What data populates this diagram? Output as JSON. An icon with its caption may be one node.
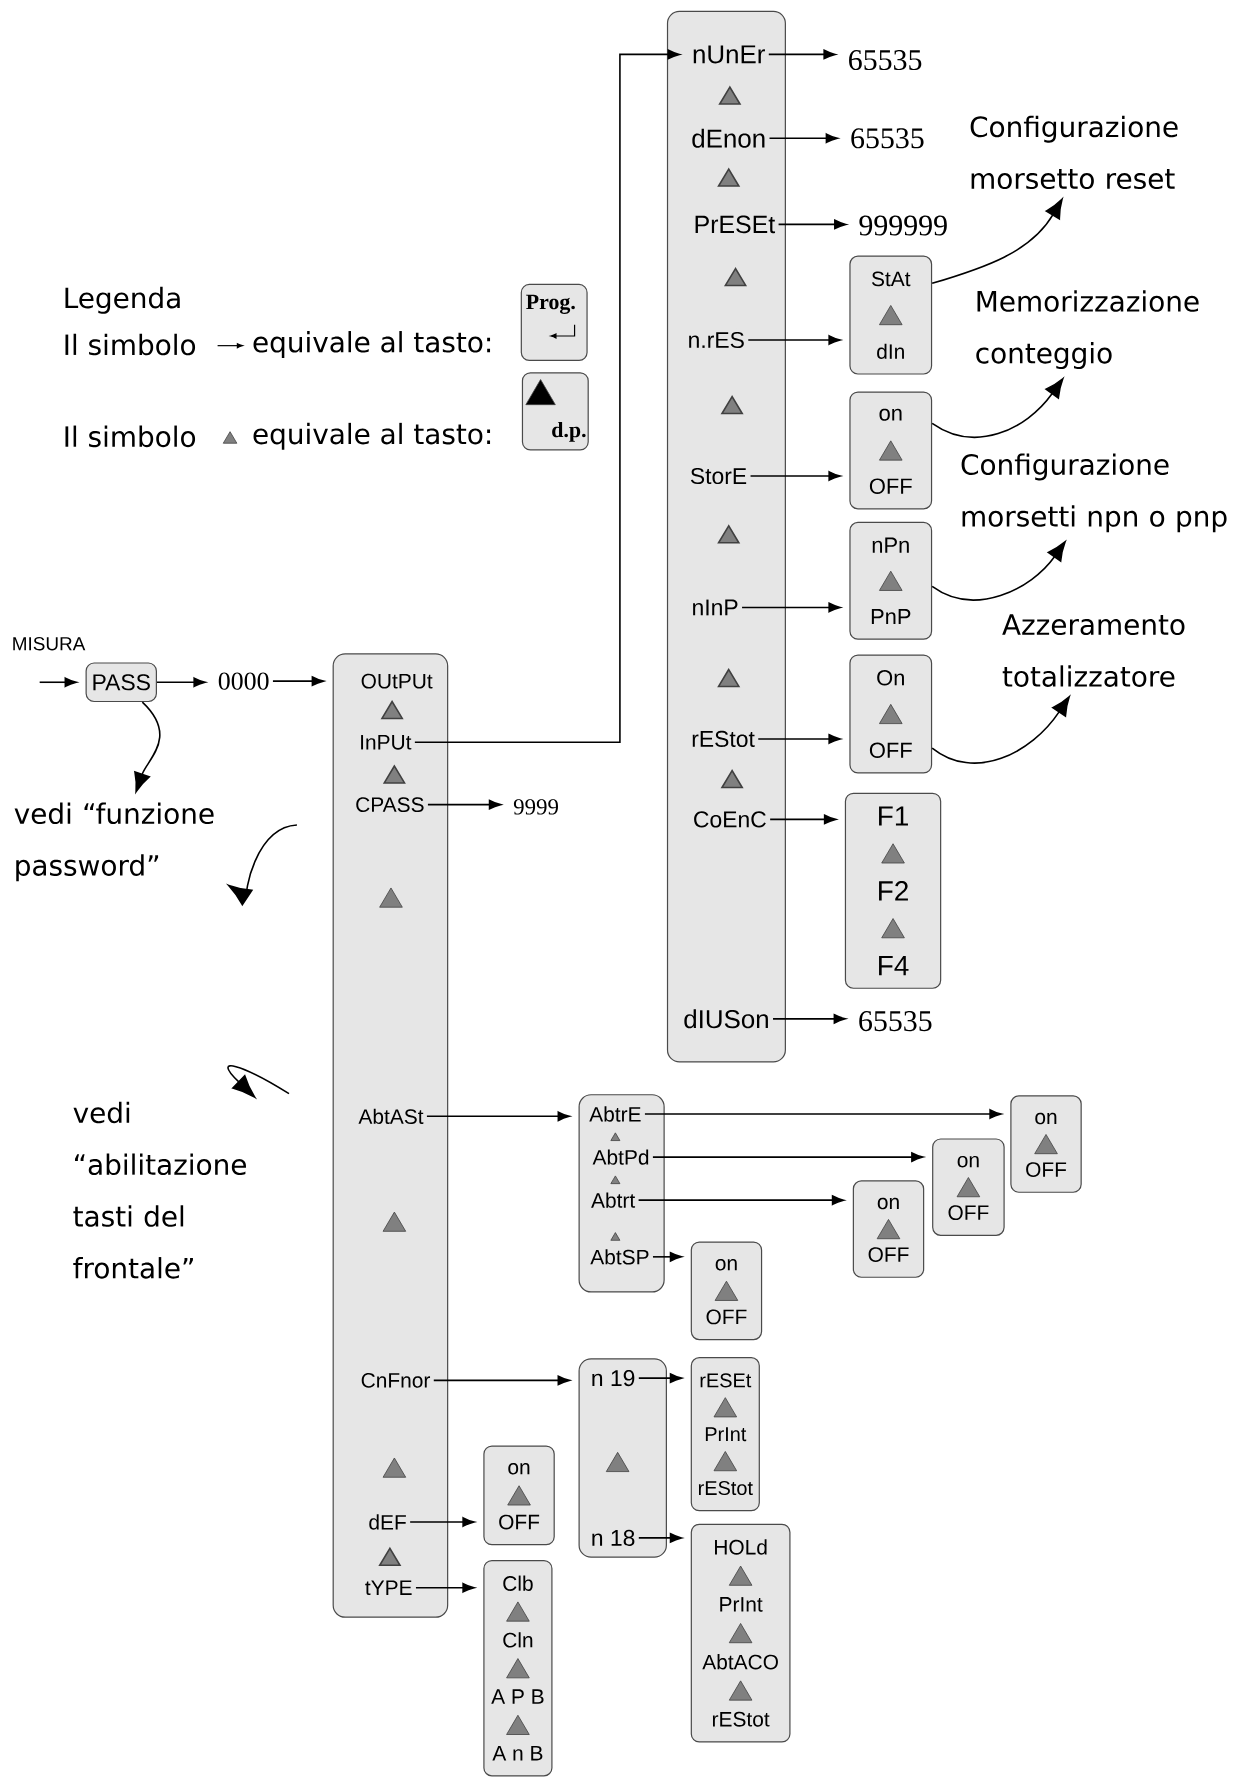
{
  "diagram": {
    "nodes": [
      {
        "text": [
          "Prog."
        ]
      },
      {
        "text": [
          "d.p."
        ]
      },
      {
        "text": [
          "PASS"
        ]
      },
      {
        "text": [
          "0000"
        ]
      },
      {
        "text": [],
        "shape": "box"
      },
      {
        "text": [
          "OUtPUt"
        ],
        "in": 4
      },
      {
        "text": [
          "InPUt"
        ],
        "in": 4
      },
      {
        "text": [
          "CPASS"
        ],
        "in": 4
      },
      {
        "text": [
          "AbtASt"
        ],
        "in": 4
      },
      {
        "text": [
          "CnFnor"
        ],
        "in": 4
      },
      {
        "text": [
          "dEF"
        ],
        "in": 4
      },
      {
        "text": [
          "tYPE"
        ],
        "in": 4
      },
      {
        "text": [
          "9999"
        ]
      },
      {
        "text": [],
        "shape": "box"
      },
      {
        "text": [
          "nUnEr"
        ],
        "in": 13
      },
      {
        "text": [
          "dEnon"
        ],
        "in": 13
      },
      {
        "text": [
          "PrESEt"
        ],
        "in": 13
      },
      {
        "text": [
          "n.rES"
        ],
        "in": 13
      },
      {
        "text": [
          "StorE"
        ],
        "in": 13
      },
      {
        "text": [
          "nInP"
        ],
        "in": 13
      },
      {
        "text": [
          "rEStot"
        ],
        "in": 13
      },
      {
        "text": [
          "CoEnC"
        ],
        "in": 13
      },
      {
        "text": [
          "dIUSon"
        ],
        "in": 13
      },
      {
        "text": [
          "65535"
        ]
      },
      {
        "text": [
          "65535"
        ]
      },
      {
        "text": [
          "999999"
        ]
      },
      {
        "text": [
          "StAt",
          "dIn"
        ]
      },
      {
        "text": [
          "on",
          "OFF"
        ]
      },
      {
        "text": [
          "nPn",
          "PnP"
        ]
      },
      {
        "text": [
          "On",
          "OFF"
        ]
      },
      {
        "text": [
          "F1",
          "F2",
          "F4"
        ]
      },
      {
        "text": [
          "65535"
        ]
      },
      {
        "text": [
          "Configurazione morsetto reset"
        ]
      },
      {
        "text": [
          "Memorizzazione conteggio"
        ]
      },
      {
        "text": [
          "Configurazione morsetti npn o pnp"
        ]
      },
      {
        "text": [
          "Azzeramento totalizzatore"
        ]
      },
      {
        "text": [
          "vedi “funzione password”"
        ]
      },
      {
        "text": [
          "vedi “abilitazione tasti del frontale”"
        ]
      },
      {
        "text": [],
        "shape": "box"
      },
      {
        "text": [
          "AbtrE"
        ],
        "in": 38
      },
      {
        "text": [
          "AbtPd"
        ],
        "in": 38
      },
      {
        "text": [
          "Abtrt"
        ],
        "in": 38
      },
      {
        "text": [
          "AbtSP"
        ],
        "in": 38
      },
      {
        "text": [
          "on",
          "OFF"
        ]
      },
      {
        "text": [
          "on",
          "OFF"
        ]
      },
      {
        "text": [
          "on",
          "OFF"
        ]
      },
      {
        "text": [
          "on",
          "OFF"
        ]
      },
      {
        "text": [],
        "shape": "box"
      },
      {
        "text": [
          "n 19"
        ],
        "in": 47
      },
      {
        "text": [
          "n 18"
        ],
        "in": 47
      },
      {
        "text": [
          "rESEt",
          "PrInt",
          "rEStot"
        ]
      },
      {
        "text": [
          "HOLd",
          "PrInt",
          "AbtACO",
          "rEStot"
        ]
      },
      {
        "text": [
          "on",
          "OFF"
        ]
      },
      {
        "text": [
          "Clb",
          "Cln",
          "A P B",
          "A n B"
        ]
      }
    ],
    "edges": [
      {
        "from": null,
        "to": 2,
        "arrow": "to"
      },
      {
        "from": 2,
        "to": 3,
        "arrow": "to"
      },
      {
        "from": 3,
        "to": 4,
        "arrow": "to"
      },
      {
        "from": 6,
        "to": 14,
        "arrow": "to"
      },
      {
        "from": 7,
        "to": 12,
        "arrow": "to"
      },
      {
        "from": 14,
        "to": 23,
        "arrow": "to"
      },
      {
        "from": 15,
        "to": 24,
        "arrow": "to"
      },
      {
        "from": 16,
        "to": 25,
        "arrow": "to"
      },
      {
        "from": 17,
        "to": 26,
        "arrow": "to"
      },
      {
        "from": 18,
        "to": 27,
        "arrow": "to"
      },
      {
        "from": 19,
        "to": 28,
        "arrow": "to"
      },
      {
        "from": 20,
        "to": 29,
        "arrow": "to"
      },
      {
        "from": 21,
        "to": 30,
        "arrow": "to"
      },
      {
        "from": 22,
        "to": 31,
        "arrow": "to"
      },
      {
        "from": 26,
        "to": 32,
        "arrow": "to"
      },
      {
        "from": 27,
        "to": 33,
        "arrow": "to"
      },
      {
        "from": 28,
        "to": 34,
        "arrow": "to"
      },
      {
        "from": 29,
        "to": 35,
        "arrow": "to"
      },
      {
        "from": 2,
        "to": 36,
        "arrow": "to"
      },
      {
        "from": null,
        "to": 36,
        "arrow": "to"
      },
      {
        "from": null,
        "to": 37,
        "arrow": "to"
      },
      {
        "from": 8,
        "to": 38,
        "arrow": "to"
      },
      {
        "from": 39,
        "to": 43,
        "arrow": "to"
      },
      {
        "from": 40,
        "to": 44,
        "arrow": "to"
      },
      {
        "from": 41,
        "to": 45,
        "arrow": "to"
      },
      {
        "from": 42,
        "to": 46,
        "arrow": "to"
      },
      {
        "from": 9,
        "to": 47,
        "arrow": "to"
      },
      {
        "from": 48,
        "to": 50,
        "arrow": "to"
      },
      {
        "from": 49,
        "to": 51,
        "arrow": "to"
      },
      {
        "from": 10,
        "to": 52,
        "arrow": "to"
      },
      {
        "from": 11,
        "to": 53,
        "arrow": "to"
      },
      {
        "from": 6,
        "to": 5,
        "arrow": "to"
      },
      {
        "from": 7,
        "to": 6,
        "arrow": "to"
      },
      {
        "from": 11,
        "to": 10,
        "arrow": "to"
      },
      {
        "from": 15,
        "to": 14,
        "arrow": "to"
      },
      {
        "from": 16,
        "to": 15,
        "arrow": "to"
      },
      {
        "from": 17,
        "to": 16,
        "arrow": "to"
      },
      {
        "from": 18,
        "to": 17,
        "arrow": "to"
      },
      {
        "from": 19,
        "to": 18,
        "arrow": "to"
      },
      {
        "from": 20,
        "to": 19,
        "arrow": "to"
      },
      {
        "from": 21,
        "to": 20,
        "arrow": "to"
      }
    ],
    "labels": [
      "Legenda",
      "Il simbolo",
      "equivale al tasto:",
      "Il simbolo",
      "equivale al tasto:",
      "MISURA"
    ]
  }
}
